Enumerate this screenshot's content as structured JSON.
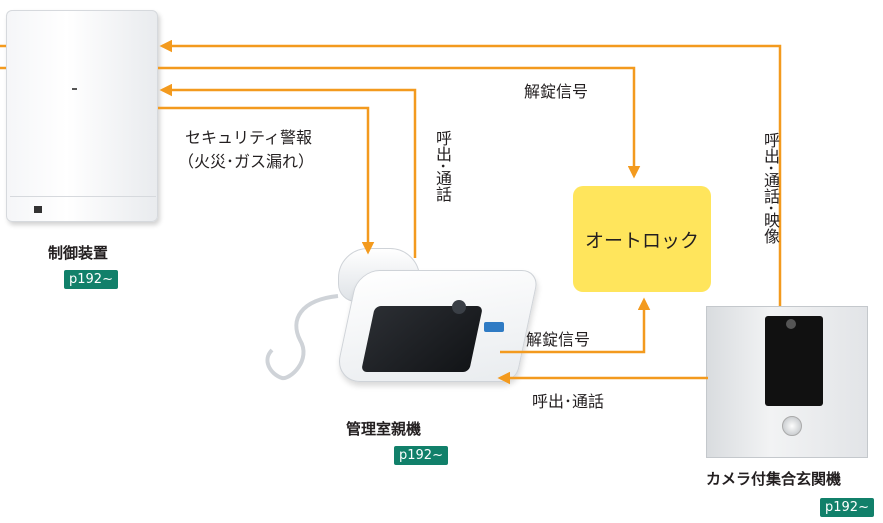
{
  "colors": {
    "arrow": "#f39a1e",
    "autolock_fill": "#ffe55c",
    "badge": "#11806a"
  },
  "devices": {
    "control_unit": {
      "caption": "制御装置",
      "page_ref": "p192~"
    },
    "master_station": {
      "caption": "管理室親機",
      "page_ref": "p192~"
    },
    "entrance_panel": {
      "caption": "カメラ付集合玄関機",
      "page_ref": "p192~"
    },
    "autolock": {
      "label": "オートロック"
    }
  },
  "signals": {
    "unlock_top": "解錠信号",
    "security_alarm_line1": "セキュリティ警報",
    "security_alarm_line2": "（火災･ガス漏れ）",
    "call_talk_vertical": "呼出･通話",
    "call_talk_video_vertical": "呼出･通話･映像",
    "unlock_bottom": "解錠信号",
    "call_talk_bottom": "呼出･通話"
  }
}
